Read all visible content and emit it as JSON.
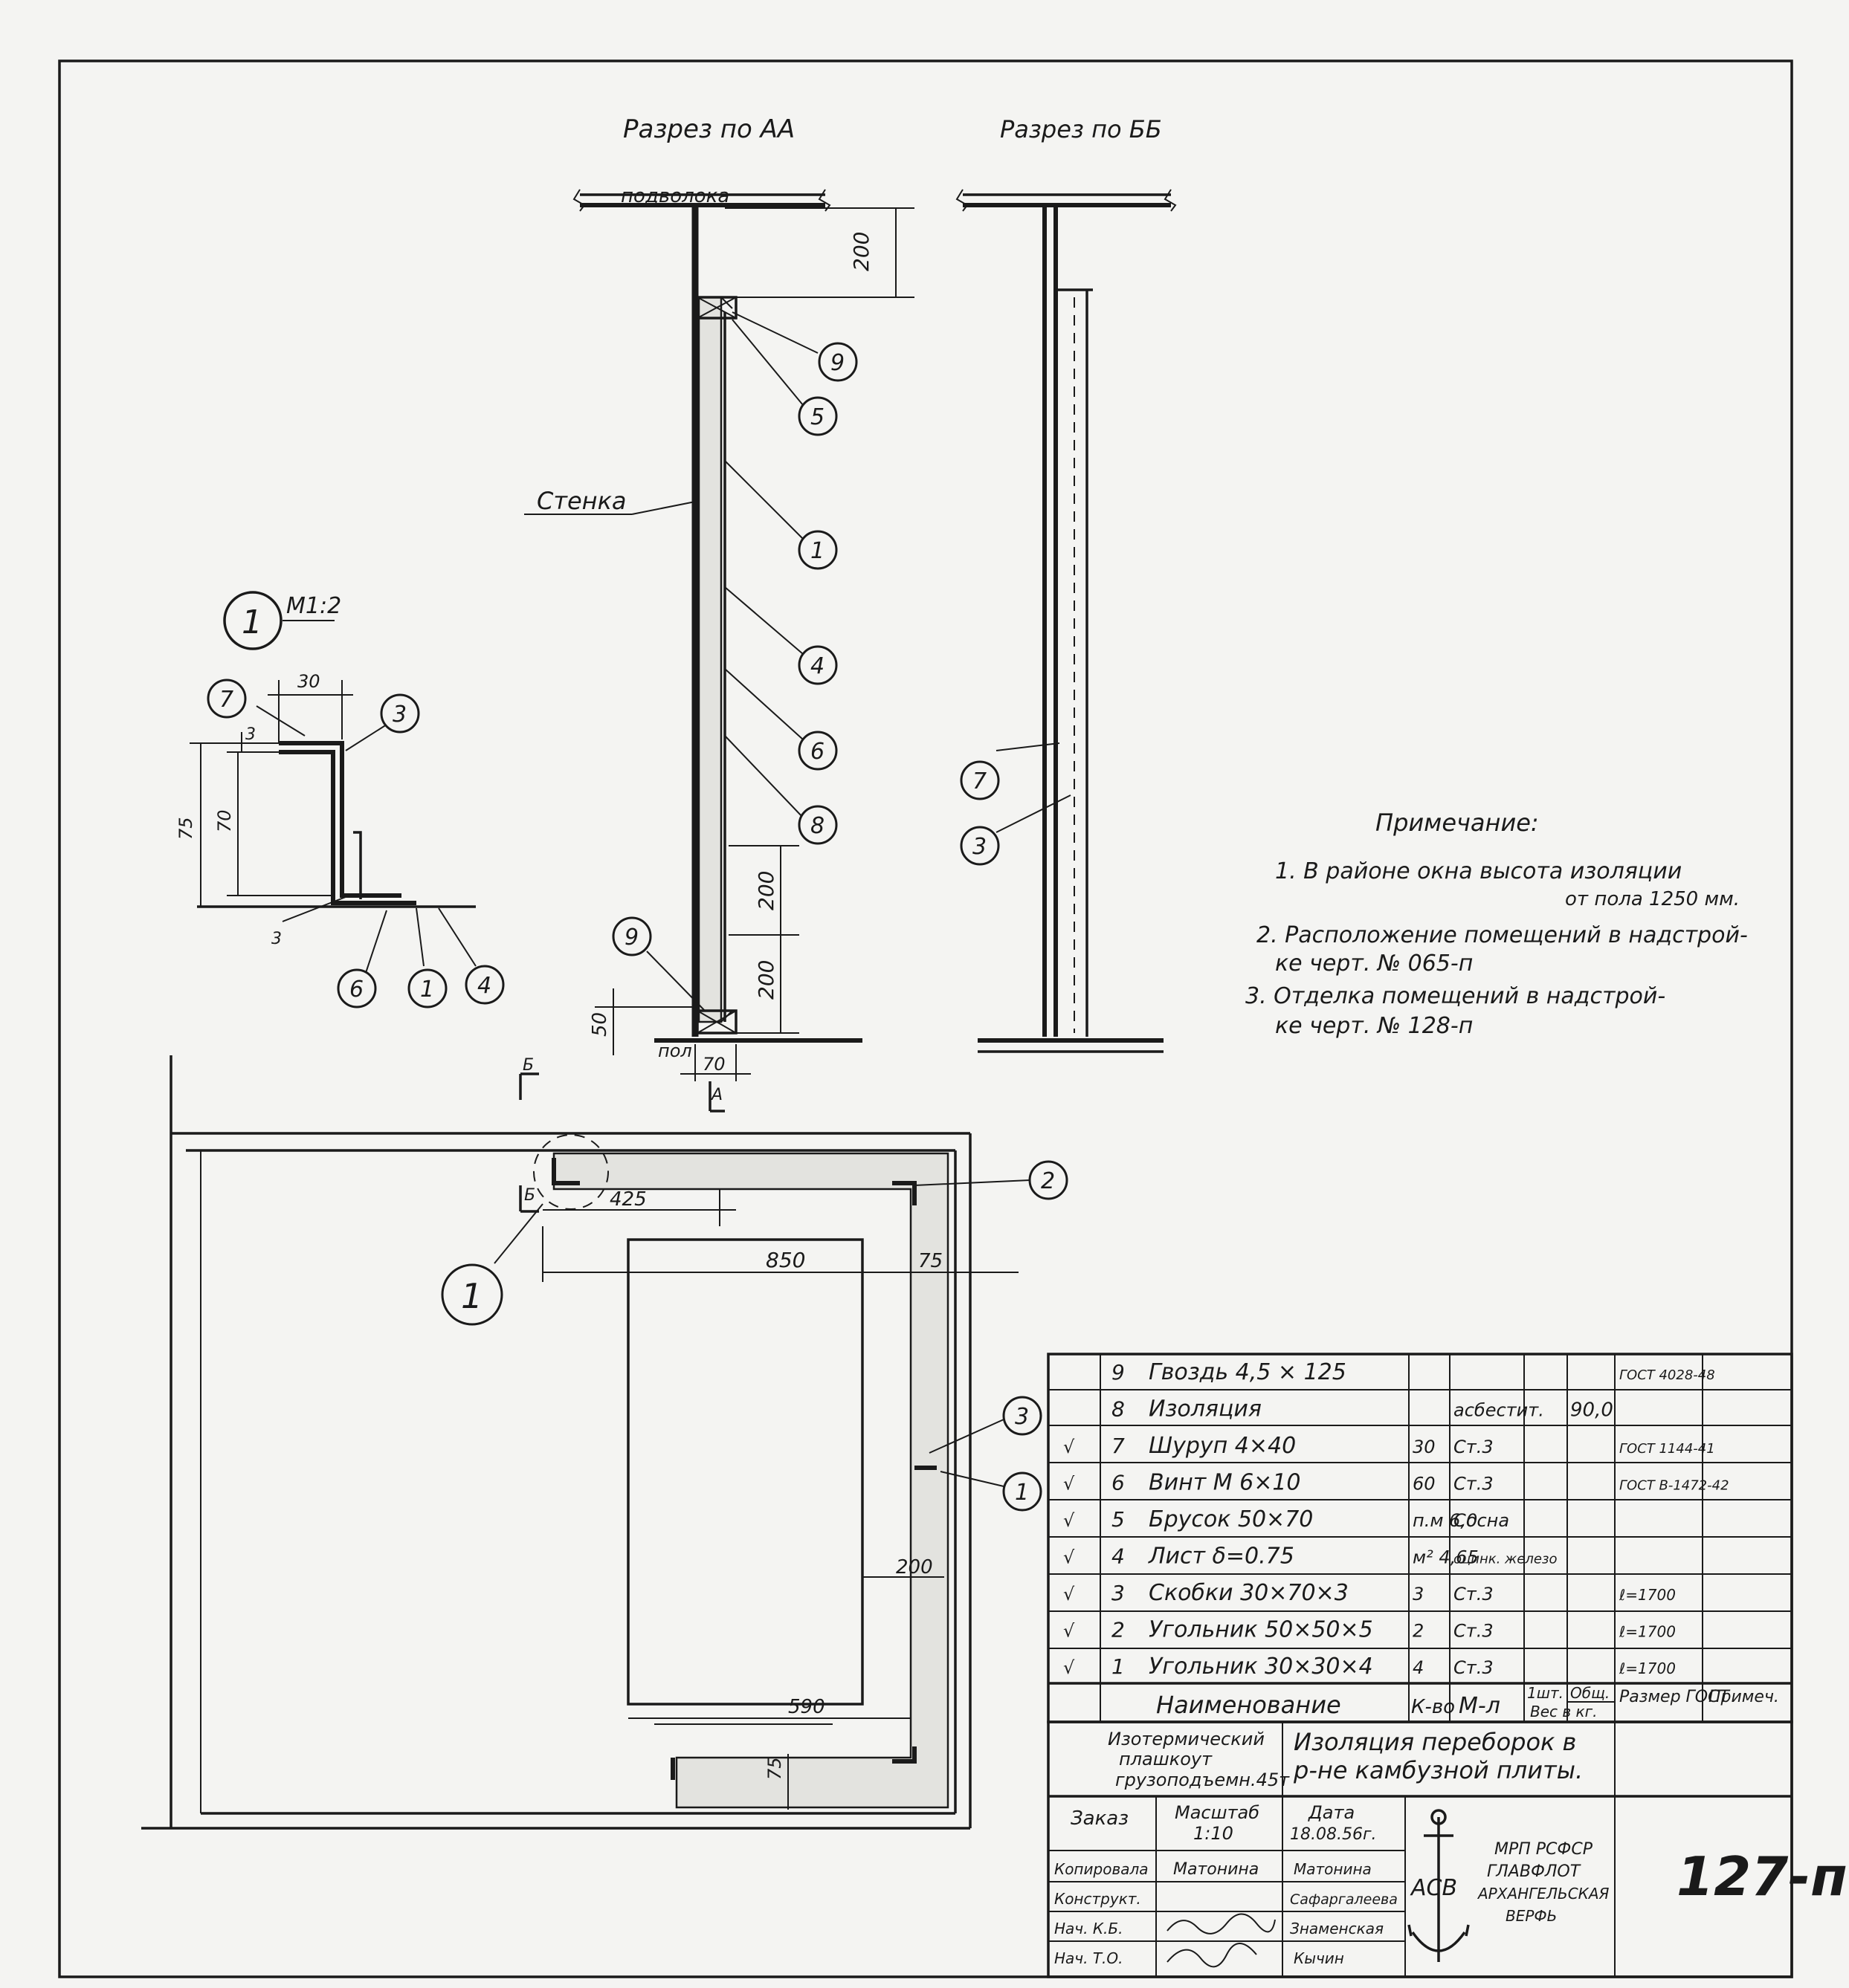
{
  "sections": {
    "aa_title": "Разрез по АА",
    "bb_title": "Разрез по ББ",
    "ceiling": "подволока",
    "floor": "пол",
    "wall": "Стенка",
    "dims": {
      "top": "200",
      "mid1": "200",
      "mid2": "200",
      "bottom": "50",
      "width": "70"
    },
    "cut_a": "А",
    "cut_b": "Б"
  },
  "detail": {
    "number": "1",
    "scale": "М1:2",
    "dims": {
      "w": "30",
      "t_top": "3",
      "h_outer": "75",
      "h_inner": "70",
      "t_bottom": "3"
    }
  },
  "callouts_aa": [
    "9",
    "5",
    "1",
    "4",
    "6",
    "8",
    "9"
  ],
  "callouts_bb": [
    "7",
    "3"
  ],
  "callouts_detail": [
    "7",
    "3",
    "6",
    "1",
    "4"
  ],
  "plan": {
    "dims": {
      "d425": "425",
      "d850": "850",
      "d75a": "75",
      "d200": "200",
      "d590": "590",
      "d75b": "75"
    },
    "callouts": [
      "2",
      "1",
      "3",
      "1"
    ],
    "cut_b": "Б"
  },
  "notes": {
    "title": "Примечание:",
    "items": [
      {
        "line1": "1. В районе окна высота изоляции",
        "line2": "от пола 1250 мм."
      },
      {
        "line1": "2. Расположение помещений в надстрой-",
        "line2": "ке черт. № 065-п"
      },
      {
        "line1": "3. Отделка помещений в надстрой-",
        "line2": "ке черт. № 128-п"
      }
    ]
  },
  "bom": {
    "rows": [
      {
        "pos": "9",
        "check": "",
        "name": "Гвоздь 4,5 × 125",
        "qty": "",
        "mat": "",
        "unit_w": "",
        "total_w": "",
        "std": "ГОСТ 4028-48"
      },
      {
        "pos": "8",
        "check": "",
        "name": "Изоляция",
        "qty": "",
        "mat": "асбестит.",
        "unit_w": "",
        "total_w": "90,0",
        "std": ""
      },
      {
        "pos": "7",
        "check": "√",
        "name": "Шуруп 4×40",
        "qty": "30",
        "mat": "Ст.3",
        "unit_w": "",
        "total_w": "",
        "std": "ГОСТ 1144-41"
      },
      {
        "pos": "6",
        "check": "√",
        "name": "Винт М 6×10",
        "qty": "60",
        "mat": "Ст.3",
        "unit_w": "",
        "total_w": "",
        "std": "ГОСТ В-1472-42"
      },
      {
        "pos": "5",
        "check": "√",
        "name": "Брусок 50×70",
        "qty": "п.м 6,0",
        "mat": "Сосна",
        "unit_w": "",
        "total_w": "",
        "std": ""
      },
      {
        "pos": "4",
        "check": "√",
        "name": "Лист δ=0.75",
        "qty": "м² 4,65",
        "mat": "оцинк. железо",
        "unit_w": "",
        "total_w": "",
        "std": ""
      },
      {
        "pos": "3",
        "check": "√",
        "name": "Скобки 30×70×3",
        "qty": "3",
        "mat": "Ст.3",
        "unit_w": "",
        "total_w": "",
        "std": "ℓ=1700"
      },
      {
        "pos": "2",
        "check": "√",
        "name": "Угольник 50×50×5",
        "qty": "2",
        "mat": "Ст.3",
        "unit_w": "",
        "total_w": "",
        "std": "ℓ=1700"
      },
      {
        "pos": "1",
        "check": "√",
        "name": "Угольник 30×30×4",
        "qty": "4",
        "mat": "Ст.3",
        "unit_w": "",
        "total_w": "",
        "std": "ℓ=1700"
      }
    ],
    "header": {
      "name": "Наименование",
      "qty": "К-во",
      "mat": "М-л",
      "unit": "1шт.",
      "total": "Общ.",
      "weight": "Вес в кг.",
      "std": "Размер ГОСТ",
      "note": "Примеч."
    }
  },
  "title_block": {
    "object_l1": "Изотермический",
    "object_l2": "плашкоут",
    "object_l3": "грузоподъемн.45т",
    "title_l1": "Изоляция переборок в",
    "title_l2": "р-не камбузной плиты.",
    "order_label": "Заказ",
    "scale_label": "Масштаб",
    "scale_value": "1:10",
    "date_label": "Дата",
    "date_value": "18.08.56г.",
    "roles": [
      "Копировала",
      "Конструкт.",
      "Нач. К.Б.",
      "Нач. Т.О."
    ],
    "names": [
      "Матонина",
      "Сафаргалеева",
      "Знаменская",
      "Кычин"
    ],
    "signature": "Матонина",
    "logo_text": "АСВ",
    "org_l1": "МРП РСФСР",
    "org_l2": "ГЛАВФЛОТ",
    "org_l3": "АРХАНГЕЛЬСКАЯ",
    "org_l4": "ВЕРФЬ",
    "drawing_no": "127-п"
  }
}
